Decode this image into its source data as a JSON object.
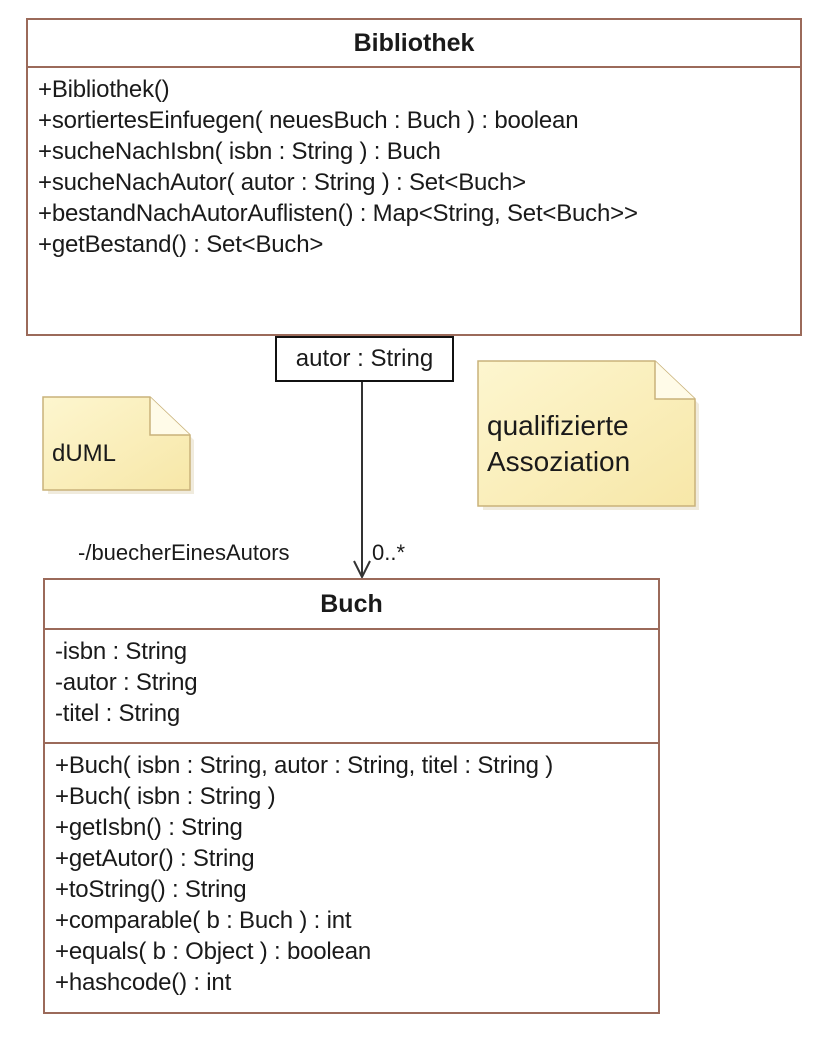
{
  "diagram": {
    "classes": [
      {
        "name": "Bibliothek",
        "attributes": [],
        "operations": [
          "+Bibliothek()",
          "+sortiertesEinfuegen( neuesBuch : Buch ) : boolean",
          "+sucheNachIsbn( isbn : String ) : Buch",
          "+sucheNachAutor( autor : String ) : Set<Buch>",
          "+bestandNachAutorAuflisten() : Map<String, Set<Buch>>",
          "+getBestand() : Set<Buch>"
        ]
      },
      {
        "name": "Buch",
        "attributes": [
          "-isbn : String",
          "-autor : String",
          "-titel : String"
        ],
        "operations": [
          "+Buch( isbn : String, autor : String, titel : String )",
          "+Buch( isbn : String )",
          "+getIsbn() : String",
          "+getAutor() : String",
          "+toString() : String",
          "+comparable( b : Buch ) : int",
          "+equals( b : Object ) : boolean",
          "+hashcode() : int"
        ]
      }
    ],
    "association": {
      "qualifier": "autor : String",
      "role": "-/buecherEinesAutors",
      "multiplicity": "0..*"
    },
    "notes": [
      {
        "text": "dUML"
      },
      {
        "text_lines": [
          "qualifizierte",
          "Assoziation"
        ]
      }
    ],
    "colors": {
      "class_border": "#9b6a5a",
      "note_fill": "#fdf3c4",
      "note_border": "#c9b27a",
      "line": "#333333"
    }
  }
}
